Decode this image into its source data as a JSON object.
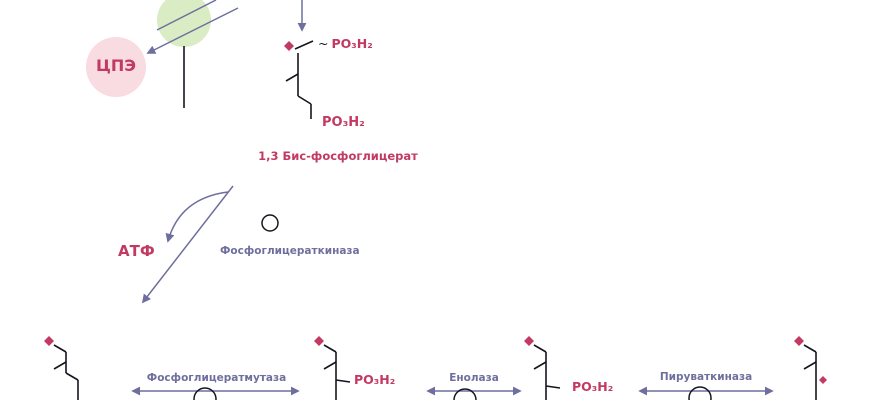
{
  "colors": {
    "crimson": "#c23a62",
    "slate": "#6f6f9e",
    "dark": "#15151e",
    "pink_fill": "#f9dbe2",
    "green_fill": "#d9ecc3",
    "bg": "#ffffff"
  },
  "labels": {
    "cpe": "ЦПЭ",
    "atp": "АТФ",
    "bpg_name": "1,3 Бис-фосфоглицерат",
    "tilde": "~"
  },
  "phosphates": {
    "bpg_top": "PO₃H₂",
    "bpg_bottom": "PO₃H₂",
    "pg2": "PO₃H₂",
    "pep": "PO₃H₂"
  },
  "enzymes": {
    "phosphoglycerate_kinase": "Фосфоглицераткиназа",
    "phosphoglycerate_mutase": "Фосфоглицератмутаза",
    "enolase": "Енолаза",
    "pyruvate_kinase": "Пируваткиназа"
  }
}
